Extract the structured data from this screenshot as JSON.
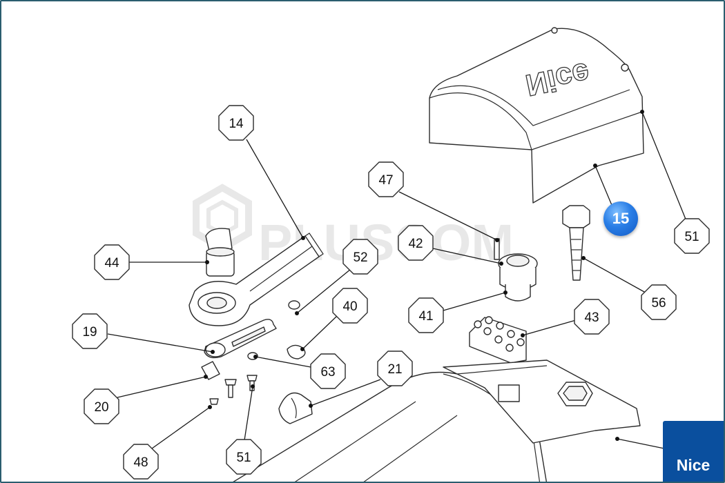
{
  "brand": {
    "logo_text": "Nice",
    "cover_lettering": "Nice"
  },
  "watermark": {
    "text": "PLUSCOM"
  },
  "highlight": {
    "label": "15",
    "color": "#1f6fdd"
  },
  "callouts": [
    {
      "id": "c14",
      "label": "14"
    },
    {
      "id": "c44",
      "label": "44"
    },
    {
      "id": "c19",
      "label": "19"
    },
    {
      "id": "c20",
      "label": "20"
    },
    {
      "id": "c48",
      "label": "48"
    },
    {
      "id": "c51b",
      "label": "51"
    },
    {
      "id": "c52",
      "label": "52"
    },
    {
      "id": "c40",
      "label": "40"
    },
    {
      "id": "c63",
      "label": "63"
    },
    {
      "id": "c21",
      "label": "21"
    },
    {
      "id": "c47",
      "label": "47"
    },
    {
      "id": "c42",
      "label": "42"
    },
    {
      "id": "c41",
      "label": "41"
    },
    {
      "id": "c43",
      "label": "43"
    },
    {
      "id": "c56",
      "label": "56"
    },
    {
      "id": "c51a",
      "label": "51"
    }
  ],
  "colors": {
    "brand_blue": "#0a4f9e",
    "frame": "#2a5d6e",
    "linework": "#2b2b2b"
  }
}
